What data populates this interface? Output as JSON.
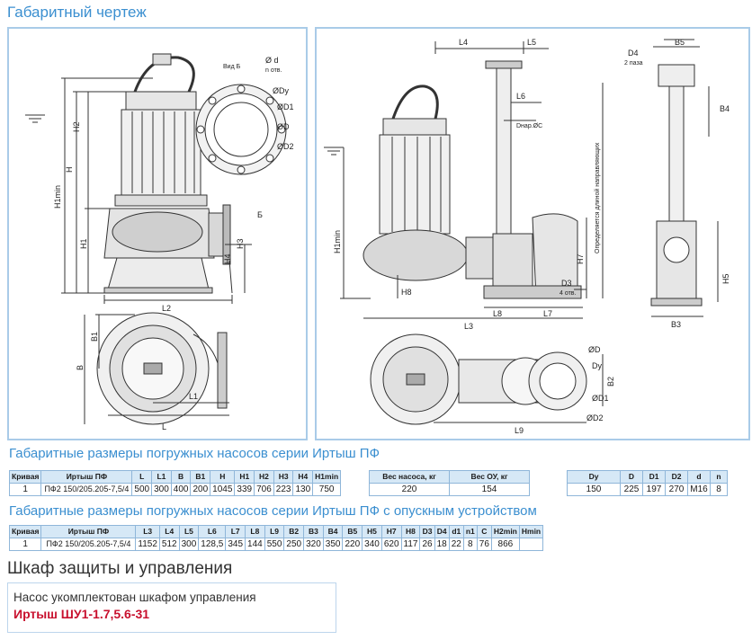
{
  "header": {
    "title": "Габаритный чертеж"
  },
  "drawing_left": {
    "view_label": "Вид Б",
    "labels": {
      "d": "Ø d",
      "n_holes": "n отв.",
      "dy": "ØDy",
      "d1": "ØD1",
      "D": "ØD",
      "d2": "ØD2",
      "h2": "H2",
      "h": "H",
      "h1min": "H1min",
      "h1": "H1",
      "h4": "H4",
      "h3": "H3",
      "b_mark": "Б",
      "l2": "L2",
      "b1": "B1",
      "b": "B",
      "l1": "L1",
      "l": "L"
    }
  },
  "drawing_right": {
    "labels": {
      "l4": "L4",
      "l5": "L5",
      "l6": "L6",
      "dvar": "Dнар.ØC",
      "d4": "D4",
      "d4_sub": "2 пазa",
      "b5": "B5",
      "b4": "B4",
      "h1min": "H1min",
      "h7": "H7",
      "guide_note": "Определяется длиной направляющих",
      "h8": "H8",
      "d3": "D3",
      "holes4": "4 отв.",
      "l8": "L8",
      "l7": "L7",
      "l3": "L3",
      "h5": "H5",
      "b3": "B3",
      "dD": "ØD",
      "dy": "Dy",
      "d1": "ØD1",
      "b2": "B2",
      "d2": "ØD2",
      "l9": "L9"
    }
  },
  "section1": {
    "title": "Габаритные  размеры погружных насосов серии Иртыш ПФ"
  },
  "table_main": {
    "headers": [
      "Кривая",
      "Иртыш ПФ",
      "L",
      "L1",
      "B",
      "B1",
      "H",
      "H1",
      "H2",
      "H3",
      "H4",
      "H1min"
    ],
    "row": [
      "1",
      "ПФ2 150/205.205-7,5/4",
      "500",
      "300",
      "400",
      "200",
      "1045",
      "339",
      "706",
      "223",
      "130",
      "750"
    ]
  },
  "table_weight": {
    "headers": [
      "Вес насоса, кг",
      "Вес ОУ, кг"
    ],
    "row": [
      "220",
      "154"
    ]
  },
  "table_flange": {
    "headers": [
      "Dy",
      "D",
      "D1",
      "D2",
      "d",
      "n"
    ],
    "row": [
      "150",
      "225",
      "197",
      "270",
      "M16",
      "8"
    ]
  },
  "section2": {
    "title": "Габаритные  размеры погружных насосов серии Иртыш ПФ с опускным устройством"
  },
  "table_lowering": {
    "headers": [
      "Кривая",
      "Иртыш ПФ",
      "L3",
      "L4",
      "L5",
      "L6",
      "L7",
      "L8",
      "L9",
      "B2",
      "B3",
      "B4",
      "B5",
      "H5",
      "H7",
      "H8",
      "D3",
      "D4",
      "d1",
      "n1",
      "C",
      "H2min",
      "Hmin"
    ],
    "row": [
      "1",
      "ПФ2 150/205.205-7,5/4",
      "1152",
      "512",
      "300",
      "128,5",
      "345",
      "144",
      "550",
      "250",
      "320",
      "350",
      "220",
      "340",
      "620",
      "117",
      "26",
      "18",
      "22",
      "8",
      "76",
      "866",
      ""
    ]
  },
  "cabinet": {
    "title": "Шкаф защиты и управления",
    "note": "Насос укомплектован шкафом управления",
    "model": "Иртыш ШУ1-1.7,5.6-31"
  }
}
